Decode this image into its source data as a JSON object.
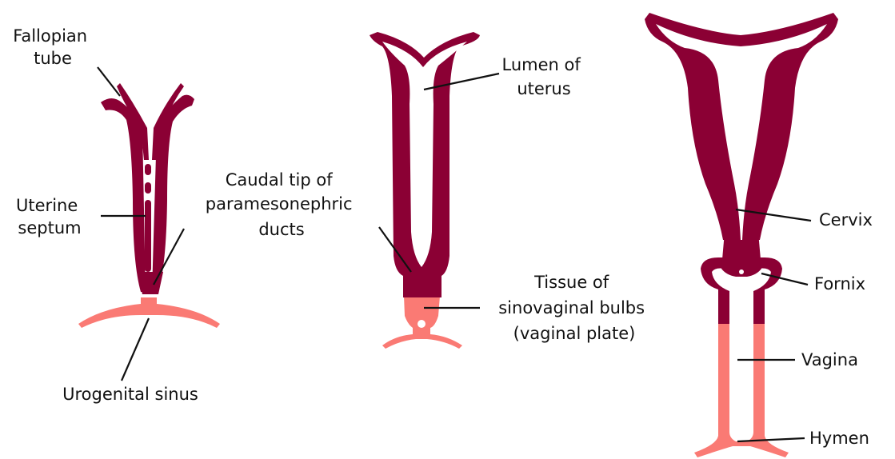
{
  "colors": {
    "muscle": "#8b0034",
    "sinus": "#fa7a74",
    "lumen": "#ffffff",
    "text": "#111111"
  },
  "labels": {
    "fallopian_tube": [
      "Fallopian",
      "tube"
    ],
    "uterine_septum": [
      "Uterine",
      "septum"
    ],
    "urogenital_sinus": "Urogenital sinus",
    "lumen_of_uterus": [
      "Lumen of",
      "uterus"
    ],
    "caudal_tip": [
      "Caudal tip of",
      "paramesonephric",
      "ducts"
    ],
    "sinovaginal_tissue": [
      "Tissue of",
      "sinovaginal bulbs",
      "(vaginal plate)"
    ],
    "cervix": "Cervix",
    "fornix": "Fornix",
    "vagina": "Vagina",
    "hymen": "Hymen"
  }
}
